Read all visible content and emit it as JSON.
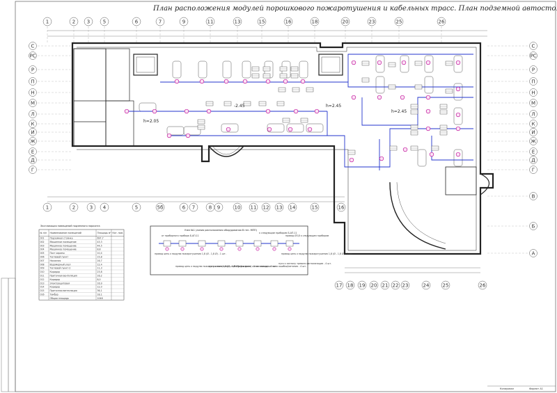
{
  "title": "План расположения  модулей порошкового пожаротушения и кабельных трасс. План подземной автостоянки",
  "axes_top": [
    "1",
    "2",
    "3",
    "5",
    "6",
    "7",
    "9",
    "11",
    "13",
    "15",
    "16",
    "18",
    "20",
    "23",
    "25",
    "26"
  ],
  "axes_bottom_row1": [
    "1",
    "2",
    "3",
    "4",
    "5",
    "5б",
    "6",
    "7",
    "8",
    "9",
    "10",
    "11",
    "12",
    "13",
    "14",
    "15",
    "16"
  ],
  "axes_bottom_row2": [
    "17",
    "18",
    "19",
    "20",
    "21",
    "22",
    "23",
    "24",
    "25",
    "26"
  ],
  "rows_left": [
    "С",
    "РС",
    "Р",
    "П",
    "Н",
    "М",
    "Л",
    "К",
    "И",
    "Ж",
    "Е",
    "Д",
    "Г"
  ],
  "rows_right": [
    "С",
    "РС",
    "Р",
    "П",
    "Н",
    "М",
    "Л",
    "К",
    "И",
    "Ж",
    "Е",
    "Д",
    "Г",
    "В",
    "Б",
    "А"
  ],
  "elevations": [
    "h=2.05",
    "-2.45",
    "h=2.45",
    "h=2.45"
  ],
  "legend": {
    "title": "Экспликация помещений подземного паркинга",
    "headers": [
      "№ п/п",
      "Наименование помещений",
      "Площадь м²",
      "Кат. пом."
    ],
    "rows": [
      [
        "001",
        "Подземная стоянка",
        "697,7",
        ""
      ],
      [
        "002",
        "Машинное помещение",
        "43,3",
        ""
      ],
      [
        "003",
        "Машинное помещение",
        "44,5",
        ""
      ],
      [
        "004",
        "Машинное помещение",
        "8,8",
        ""
      ],
      [
        "005",
        "Пост охраны",
        "10,4",
        ""
      ],
      [
        "006",
        "Тепловой пункт",
        "15,8",
        ""
      ],
      [
        "007",
        "Насосная",
        "16,7",
        ""
      ],
      [
        "008",
        "Водомерный узел",
        "12,4",
        ""
      ],
      [
        "009",
        "Тепловой пункт-2",
        "11,3",
        ""
      ],
      [
        "010",
        "Коридор",
        "23,8",
        ""
      ],
      [
        "011",
        "Приточная вентиляция",
        "16,2",
        ""
      ],
      [
        "012",
        "Коридор",
        "8,0",
        ""
      ],
      [
        "013",
        "Электрощитовая",
        "16,9",
        ""
      ],
      [
        "014",
        "Коридор",
        "12,0",
        ""
      ],
      [
        "015",
        "Приточная вентиляция",
        "36,1",
        ""
      ],
      [
        "016",
        "Тамбур",
        "18,1",
        ""
      ],
      [
        "",
        "Общая площадь",
        "1046",
        ""
      ]
    ]
  },
  "node_diagram": {
    "title": "Узел №1 (линия расположения оборудования В ген. МПП)",
    "labels": [
      "от приборного прибора Б-АП-11",
      "к следующим приборам Б-АП-11",
      "провод Ø3,8 к следующим приборам",
      "провод цепь к модулю пожаротушения 1,8 (Ø - 1,8 Ø) - 1 шт.",
      "провод цепь к модулю пожаротушения 1,8 (Ø - 1,8 Ø) - 1 шт.",
      "пуск к контролеру кабельных трасс - 1 шт.",
      "(пуск реле) сигнализации - 1 шт.",
      "выход сигнала ошибки/питания - 4 шт.",
      "пуск к сигналу тревоги сигнализации - 4 шт.",
      "провод цепь к модулю пожаротушения 1,8 (Ø - 1,8 Ø) - 1 шт."
    ]
  },
  "stamp": {
    "sheet_label": "Формат А1",
    "copied": "Копировал"
  }
}
